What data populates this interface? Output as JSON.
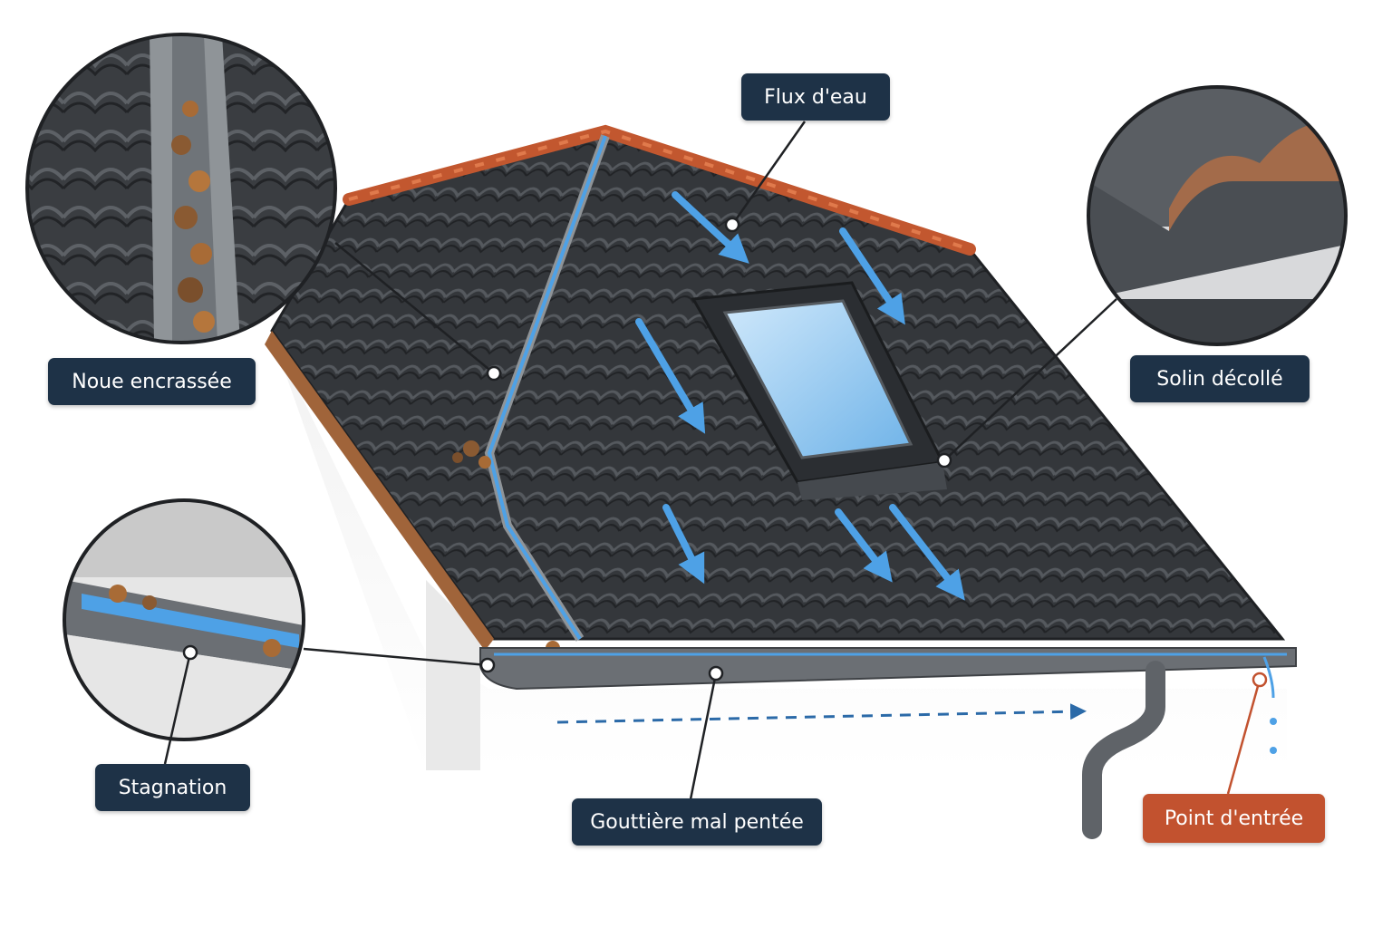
{
  "labels": {
    "flux": "Flux d'eau",
    "noue": "Noue encrassée",
    "solin": "Solin décollé",
    "stagnation": "Stagnation",
    "gouttiere": "Gouttière mal pentée",
    "point_entree": "Point d'entrée"
  },
  "colors": {
    "label_bg": "#1e3247",
    "label_accent_bg": "#c2522f",
    "tile": "#34373b",
    "ridge": "#c2572f",
    "water": "#4ea1e6",
    "gutter": "#6b6f74"
  }
}
